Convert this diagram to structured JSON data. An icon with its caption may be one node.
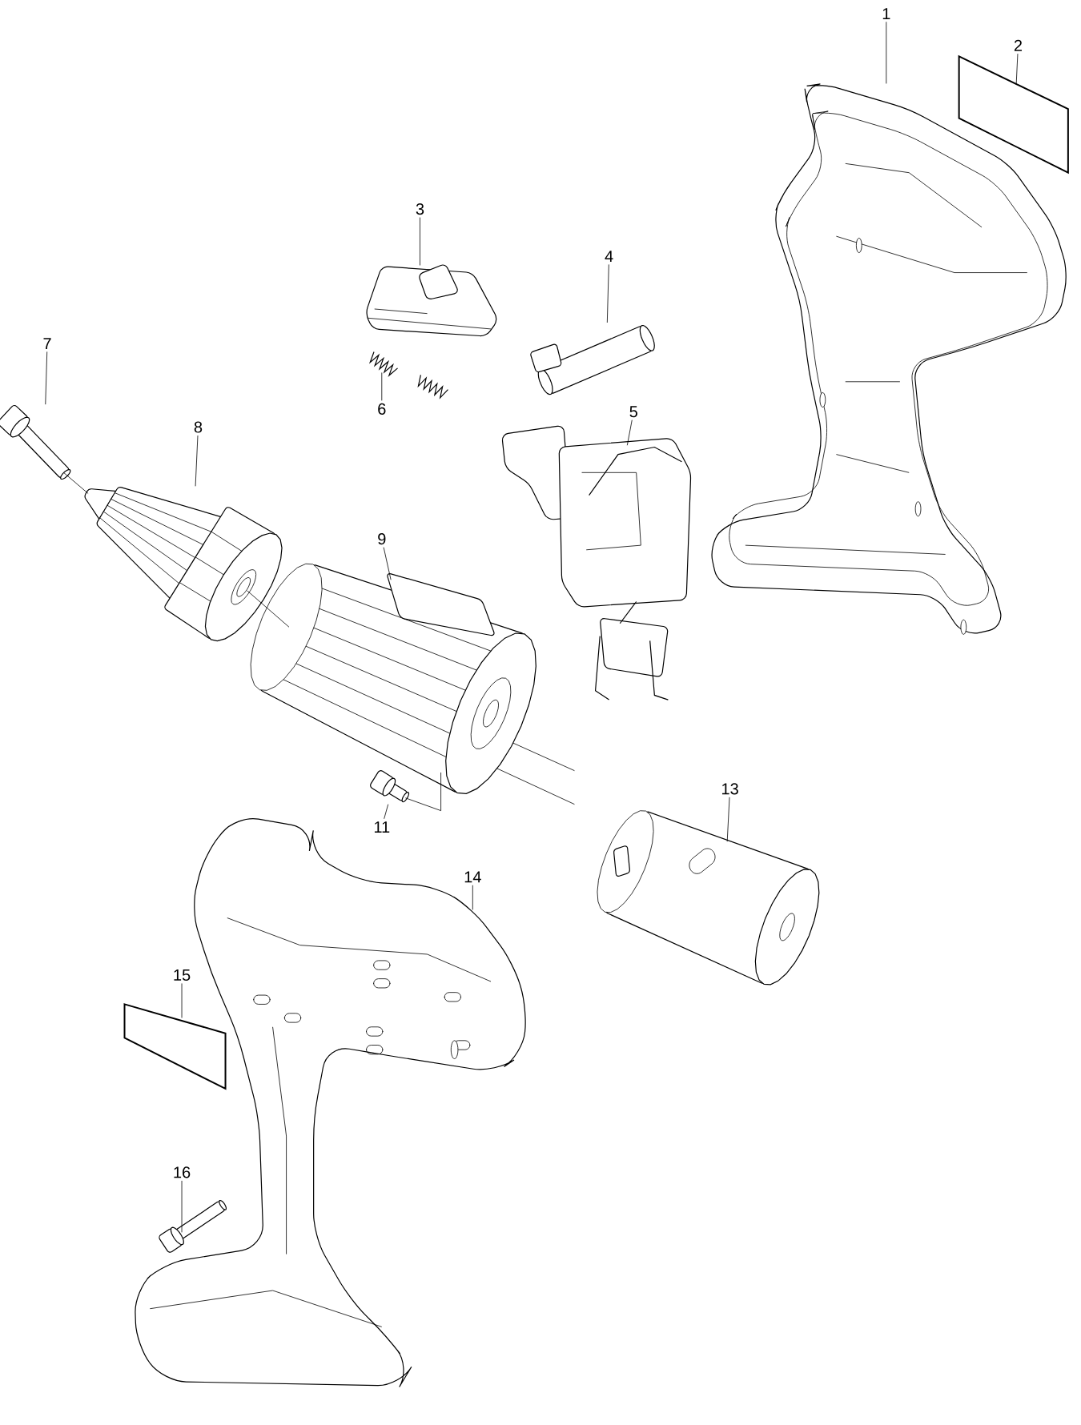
{
  "diagram": {
    "nodes": [
      {
        "text": [
          "1"
        ]
      },
      {
        "text": [],
        "shape": "picture"
      },
      {
        "text": [
          "2"
        ]
      },
      {
        "text": [],
        "shape": "box"
      },
      {
        "text": [
          "3"
        ]
      },
      {
        "text": [],
        "shape": "picture"
      },
      {
        "text": [
          "4"
        ]
      },
      {
        "text": [],
        "shape": "picture"
      },
      {
        "text": [
          "5"
        ]
      },
      {
        "text": [],
        "shape": "picture"
      },
      {
        "text": [
          "6"
        ]
      },
      {
        "text": [],
        "shape": "picture"
      },
      {
        "text": [
          "7"
        ]
      },
      {
        "text": [],
        "shape": "picture"
      },
      {
        "text": [
          "8"
        ]
      },
      {
        "text": [],
        "shape": "picture"
      },
      {
        "text": [
          "9"
        ]
      },
      {
        "text": [],
        "shape": "picture"
      },
      {
        "text": [
          "11"
        ]
      },
      {
        "text": [],
        "shape": "picture"
      },
      {
        "text": [
          "13"
        ]
      },
      {
        "text": [],
        "shape": "picture"
      },
      {
        "text": [
          "14"
        ]
      },
      {
        "text": [],
        "shape": "picture"
      },
      {
        "text": [
          "15"
        ]
      },
      {
        "text": [],
        "shape": "box"
      },
      {
        "text": [
          "16"
        ]
      },
      {
        "text": [],
        "shape": "picture"
      }
    ],
    "edges": [
      {
        "from": 0,
        "to": 1,
        "arrow": "none"
      },
      {
        "from": 2,
        "to": 3,
        "arrow": "none"
      },
      {
        "from": 4,
        "to": 5,
        "arrow": "none"
      },
      {
        "from": 6,
        "to": 7,
        "arrow": "none"
      },
      {
        "from": 8,
        "to": 9,
        "arrow": "none"
      },
      {
        "from": 10,
        "to": 11,
        "arrow": "none"
      },
      {
        "from": 12,
        "to": 13,
        "arrow": "none"
      },
      {
        "from": 14,
        "to": 15,
        "arrow": "none"
      },
      {
        "from": 16,
        "to": 17,
        "arrow": "none"
      },
      {
        "from": 18,
        "to": 19,
        "arrow": "none"
      },
      {
        "from": 20,
        "to": 21,
        "arrow": "none"
      },
      {
        "from": 22,
        "to": 23,
        "arrow": "none"
      },
      {
        "from": 24,
        "to": 25,
        "arrow": "none"
      },
      {
        "from": 26,
        "to": 27,
        "arrow": "none"
      },
      {
        "from": 13,
        "to": 15,
        "arrow": "none"
      },
      {
        "from": 15,
        "to": 17,
        "arrow": "none"
      },
      {
        "from": 19,
        "to": 17,
        "arrow": "none"
      }
    ]
  }
}
